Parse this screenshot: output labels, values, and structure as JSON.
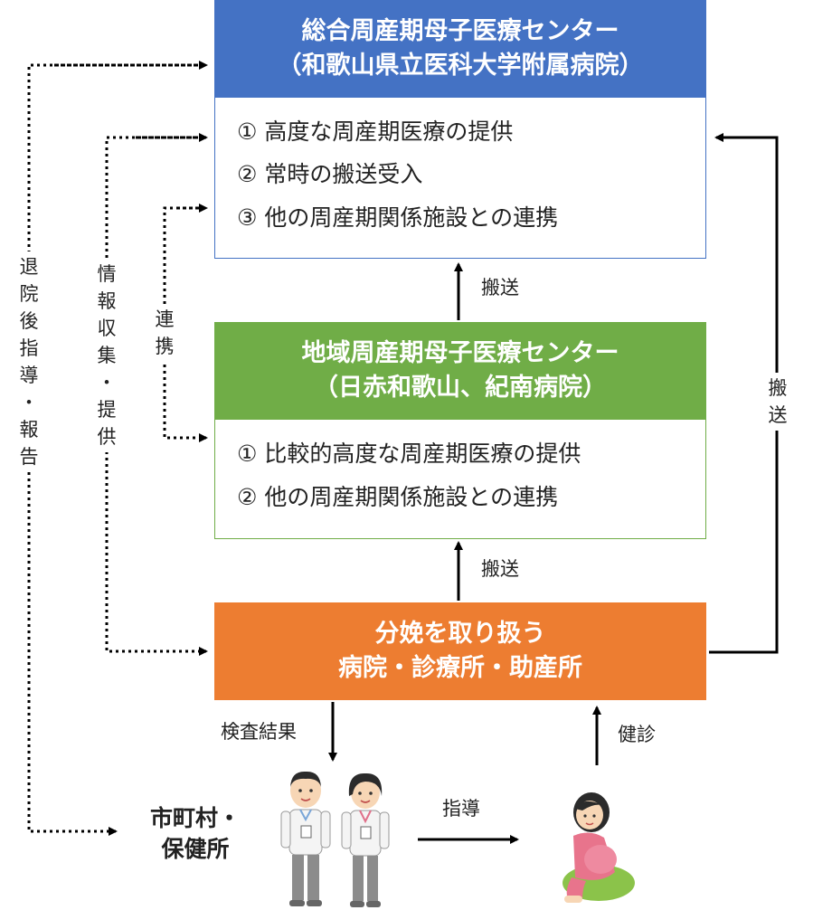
{
  "colors": {
    "top_header": "#4472c4",
    "regional_header": "#70ad47",
    "delivery_box": "#ed7d31",
    "arrow": "#000000"
  },
  "top_center": {
    "title_line1": "総合周産期母子医療センター",
    "title_line2": "（和歌山県立医科大学附属病院）",
    "functions": [
      "① 高度な周産期医療の提供",
      "② 常時の搬送受入",
      "③ 他の周産期関係施設との連携"
    ]
  },
  "regional_center": {
    "title_line1": "地域周産期母子医療センター",
    "title_line2": "（日赤和歌山、紀南病院）",
    "functions": [
      "① 比較的高度な周産期医療の提供",
      "② 他の周産期関係施設との連携"
    ]
  },
  "delivery": {
    "title_line1": "分娩を取り扱う",
    "title_line2": "病院・診療所・助産所"
  },
  "labels": {
    "transport_upper": "搬送",
    "transport_lower": "搬送",
    "transport_right": [
      "搬",
      "送"
    ],
    "cooperation": [
      "連",
      "携"
    ],
    "info_exchange": [
      "情",
      "報",
      "収",
      "集",
      "・",
      "提",
      "供"
    ],
    "discharge_report": [
      "退",
      "院",
      "後",
      "指",
      "導",
      "・",
      "報",
      "告"
    ],
    "test_results": "検査結果",
    "checkup": "健診",
    "guidance": "指導"
  },
  "municipality": {
    "line1": "市町村・",
    "line2": "保健所"
  },
  "icons": [
    "health-staff-icon",
    "health-staff-icon",
    "pregnant-woman-icon"
  ]
}
